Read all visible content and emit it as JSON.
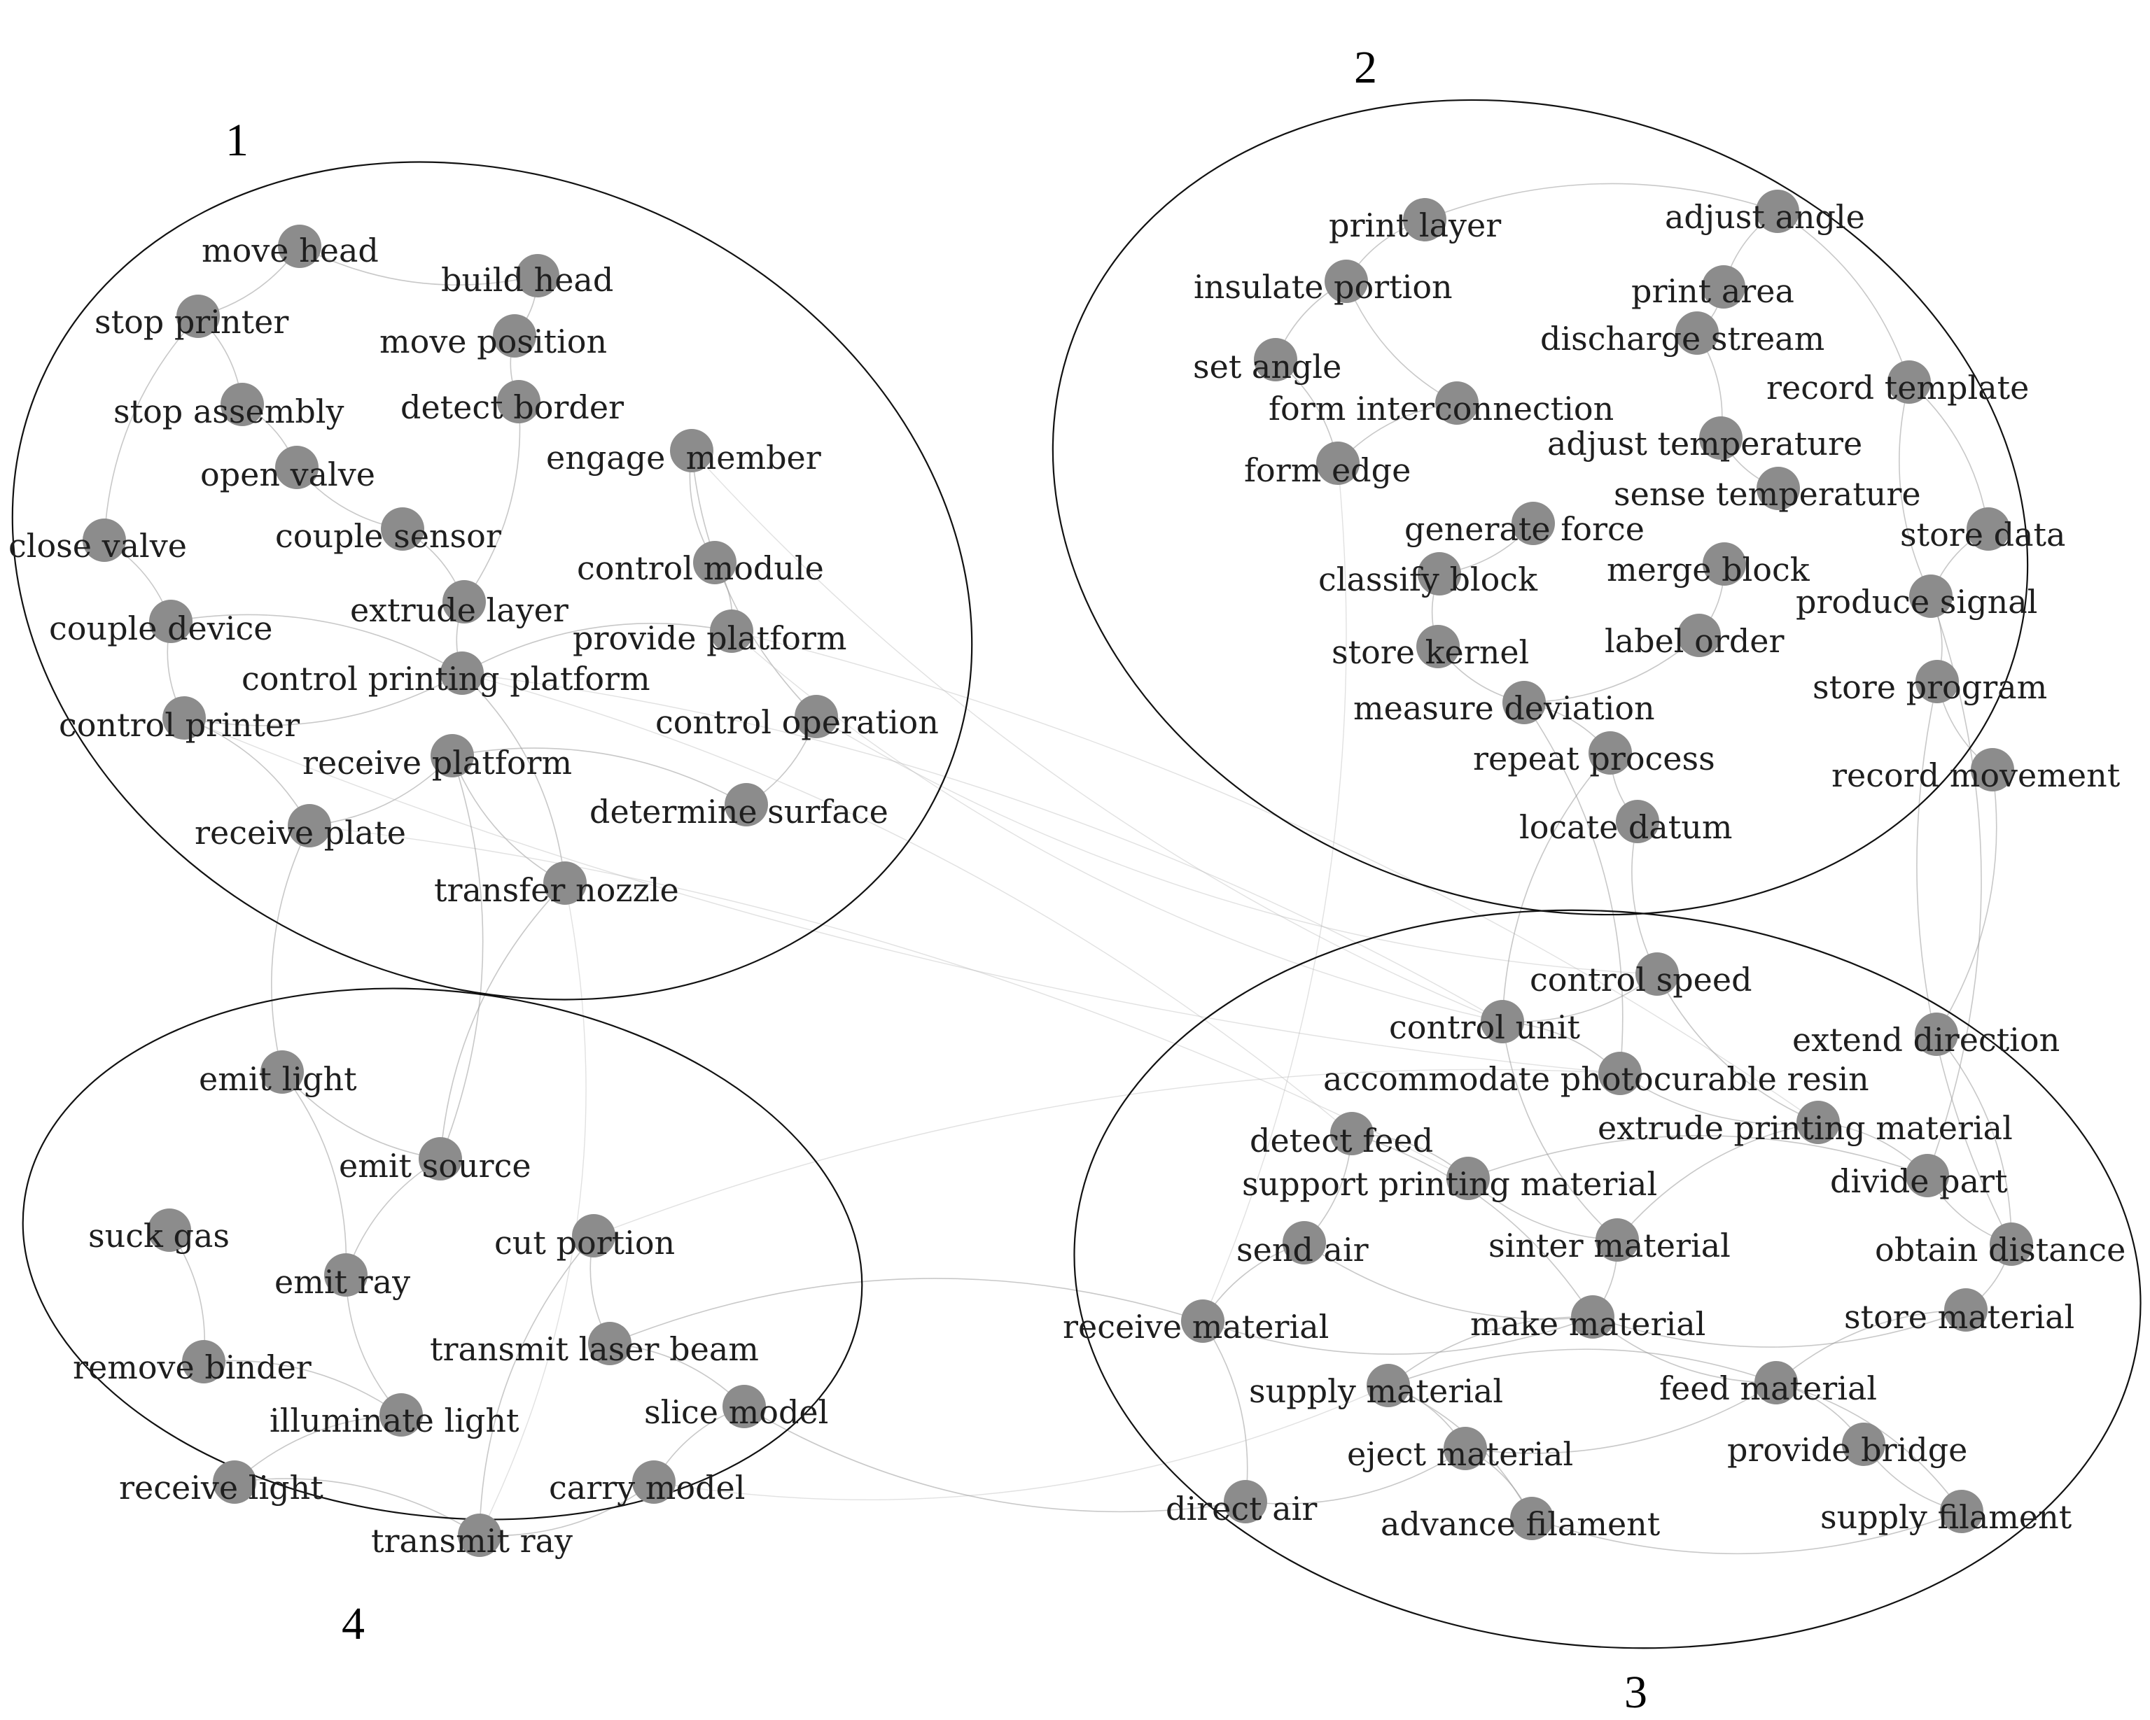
{
  "clusters": [
    {
      "id": "1",
      "label": "1"
    },
    {
      "id": "2",
      "label": "2"
    },
    {
      "id": "3",
      "label": "3"
    },
    {
      "id": "4",
      "label": "4"
    }
  ],
  "nodes": [
    {
      "id": "move-head",
      "label": "move head",
      "cluster": "1"
    },
    {
      "id": "build-head",
      "label": "build head",
      "cluster": "1"
    },
    {
      "id": "stop-printer",
      "label": "stop printer",
      "cluster": "1"
    },
    {
      "id": "move-position",
      "label": "move position",
      "cluster": "1"
    },
    {
      "id": "stop-assembly",
      "label": "stop assembly",
      "cluster": "1"
    },
    {
      "id": "detect-border",
      "label": "detect border",
      "cluster": "1"
    },
    {
      "id": "open-valve",
      "label": "open valve",
      "cluster": "1"
    },
    {
      "id": "engage-member",
      "label": "engage  member",
      "cluster": "1"
    },
    {
      "id": "close-valve",
      "label": "close valve",
      "cluster": "1"
    },
    {
      "id": "couple-sensor",
      "label": "couple sensor",
      "cluster": "1"
    },
    {
      "id": "control-module",
      "label": "control module",
      "cluster": "1"
    },
    {
      "id": "extrude-layer",
      "label": "extrude layer",
      "cluster": "1"
    },
    {
      "id": "couple-device",
      "label": "couple device",
      "cluster": "1"
    },
    {
      "id": "provide-platform",
      "label": "provide platform",
      "cluster": "1"
    },
    {
      "id": "control-printing-platform",
      "label": "control printing platform",
      "cluster": "1"
    },
    {
      "id": "control-printer",
      "label": "control printer",
      "cluster": "1"
    },
    {
      "id": "control-operation",
      "label": "control operation",
      "cluster": "1"
    },
    {
      "id": "receive-platform",
      "label": "receive platform",
      "cluster": "1"
    },
    {
      "id": "determine-surface",
      "label": "determine surface",
      "cluster": "1"
    },
    {
      "id": "receive-plate",
      "label": "receive plate",
      "cluster": "1"
    },
    {
      "id": "transfer-nozzle",
      "label": "transfer nozzle",
      "cluster": "1"
    },
    {
      "id": "print-layer",
      "label": "print layer",
      "cluster": "2"
    },
    {
      "id": "adjust-angle",
      "label": "adjust angle",
      "cluster": "2"
    },
    {
      "id": "insulate-portion",
      "label": "insulate portion",
      "cluster": "2"
    },
    {
      "id": "print-area",
      "label": "print area",
      "cluster": "2"
    },
    {
      "id": "discharge-stream",
      "label": "discharge stream",
      "cluster": "2"
    },
    {
      "id": "set-angle",
      "label": "set angle",
      "cluster": "2"
    },
    {
      "id": "record-template",
      "label": "record template",
      "cluster": "2"
    },
    {
      "id": "form-interconnection",
      "label": "form interconnection",
      "cluster": "2"
    },
    {
      "id": "adjust-temperature",
      "label": "adjust temperature",
      "cluster": "2"
    },
    {
      "id": "form-edge",
      "label": "form edge",
      "cluster": "2"
    },
    {
      "id": "sense-temperature",
      "label": "sense temperature",
      "cluster": "2"
    },
    {
      "id": "generate-force",
      "label": "generate force",
      "cluster": "2"
    },
    {
      "id": "store-data",
      "label": "store data",
      "cluster": "2"
    },
    {
      "id": "classify-block",
      "label": "classify block",
      "cluster": "2"
    },
    {
      "id": "merge-block",
      "label": "merge block",
      "cluster": "2"
    },
    {
      "id": "produce-signal",
      "label": "produce signal",
      "cluster": "2"
    },
    {
      "id": "store-kernel",
      "label": "store kernel",
      "cluster": "2"
    },
    {
      "id": "label-order",
      "label": "label order",
      "cluster": "2"
    },
    {
      "id": "store-program",
      "label": "store program",
      "cluster": "2"
    },
    {
      "id": "measure-deviation",
      "label": "measure deviation",
      "cluster": "2"
    },
    {
      "id": "repeat-process",
      "label": "repeat process",
      "cluster": "2"
    },
    {
      "id": "record-movement",
      "label": "record movement",
      "cluster": "2"
    },
    {
      "id": "locate-datum",
      "label": "locate datum",
      "cluster": "2"
    },
    {
      "id": "control-speed",
      "label": "control speed",
      "cluster": "3"
    },
    {
      "id": "control-unit",
      "label": "control unit",
      "cluster": "3"
    },
    {
      "id": "extend-direction",
      "label": "extend direction",
      "cluster": "3"
    },
    {
      "id": "accommodate-photocurable-resin",
      "label": "accommodate photocurable resin",
      "cluster": "3"
    },
    {
      "id": "detect-feed",
      "label": "detect feed",
      "cluster": "3"
    },
    {
      "id": "extrude-printing-material",
      "label": "extrude printing material",
      "cluster": "3"
    },
    {
      "id": "support-printing-material",
      "label": "support printing material",
      "cluster": "3"
    },
    {
      "id": "divide-part",
      "label": "divide part",
      "cluster": "3"
    },
    {
      "id": "send-air",
      "label": "send air",
      "cluster": "3"
    },
    {
      "id": "sinter-material",
      "label": "sinter material",
      "cluster": "3"
    },
    {
      "id": "obtain-distance",
      "label": "obtain distance",
      "cluster": "3"
    },
    {
      "id": "receive-material",
      "label": "receive material",
      "cluster": "3"
    },
    {
      "id": "make-material",
      "label": "make material",
      "cluster": "3"
    },
    {
      "id": "store-material",
      "label": "store material",
      "cluster": "3"
    },
    {
      "id": "supply-material",
      "label": "supply material",
      "cluster": "3"
    },
    {
      "id": "feed-material",
      "label": "feed material",
      "cluster": "3"
    },
    {
      "id": "eject-material",
      "label": "eject material",
      "cluster": "3"
    },
    {
      "id": "provide-bridge",
      "label": "provide bridge",
      "cluster": "3"
    },
    {
      "id": "direct-air",
      "label": "direct air",
      "cluster": "3"
    },
    {
      "id": "advance-filament",
      "label": "advance filament",
      "cluster": "3"
    },
    {
      "id": "supply-filament",
      "label": "supply filament",
      "cluster": "3"
    },
    {
      "id": "emit-light",
      "label": "emit light",
      "cluster": "4"
    },
    {
      "id": "emit-source",
      "label": "emit source",
      "cluster": "4"
    },
    {
      "id": "suck-gas",
      "label": "suck gas",
      "cluster": "4"
    },
    {
      "id": "cut-portion",
      "label": "cut portion",
      "cluster": "4"
    },
    {
      "id": "emit-ray",
      "label": "emit ray",
      "cluster": "4"
    },
    {
      "id": "transmit-laser-beam",
      "label": "transmit laser beam",
      "cluster": "4"
    },
    {
      "id": "remove-binder",
      "label": "remove binder",
      "cluster": "4"
    },
    {
      "id": "slice-model",
      "label": "slice model",
      "cluster": "4"
    },
    {
      "id": "illuminate-light",
      "label": "illuminate light",
      "cluster": "4"
    },
    {
      "id": "receive-light",
      "label": "receive light",
      "cluster": "4"
    },
    {
      "id": "carry-model",
      "label": "carry model",
      "cluster": "4"
    },
    {
      "id": "transmit-ray",
      "label": "transmit ray",
      "cluster": "4"
    }
  ],
  "edges": [
    [
      "move-head",
      "stop-printer"
    ],
    [
      "move-head",
      "build-head"
    ],
    [
      "build-head",
      "move-position"
    ],
    [
      "move-position",
      "detect-border"
    ],
    [
      "stop-printer",
      "stop-assembly"
    ],
    [
      "stop-printer",
      "close-valve"
    ],
    [
      "stop-assembly",
      "open-valve"
    ],
    [
      "open-valve",
      "couple-sensor"
    ],
    [
      "couple-sensor",
      "extrude-layer"
    ],
    [
      "extrude-layer",
      "control-printing-platform"
    ],
    [
      "control-printing-platform",
      "provide-platform"
    ],
    [
      "provide-platform",
      "control-module"
    ],
    [
      "control-module",
      "engage-member"
    ],
    [
      "engage-member",
      "control-operation"
    ],
    [
      "control-operation",
      "determine-surface"
    ],
    [
      "determine-surface",
      "receive-platform"
    ],
    [
      "receive-platform",
      "receive-plate"
    ],
    [
      "receive-plate",
      "control-printer"
    ],
    [
      "control-printer",
      "couple-device"
    ],
    [
      "couple-device",
      "close-valve"
    ],
    [
      "couple-device",
      "control-printing-platform"
    ],
    [
      "control-printer",
      "control-printing-platform"
    ],
    [
      "transfer-nozzle",
      "receive-platform"
    ],
    [
      "transfer-nozzle",
      "control-printing-platform"
    ],
    [
      "detect-border",
      "extrude-layer"
    ],
    [
      "provide-platform",
      "control-unit"
    ],
    [
      "control-printing-platform",
      "control-unit"
    ],
    [
      "control-printer",
      "accommodate-photocurable-resin"
    ],
    [
      "receive-plate",
      "support-printing-material"
    ],
    [
      "control-operation",
      "control-speed"
    ],
    [
      "provide-platform",
      "extrude-printing-material"
    ],
    [
      "engage-member",
      "control-unit"
    ],
    [
      "control-printing-platform",
      "detect-feed"
    ],
    [
      "print-layer",
      "insulate-portion"
    ],
    [
      "print-layer",
      "adjust-angle"
    ],
    [
      "adjust-angle",
      "print-area"
    ],
    [
      "print-area",
      "discharge-stream"
    ],
    [
      "insulate-portion",
      "set-angle"
    ],
    [
      "set-angle",
      "form-edge"
    ],
    [
      "form-interconnection",
      "form-edge"
    ],
    [
      "discharge-stream",
      "adjust-temperature"
    ],
    [
      "adjust-temperature",
      "sense-temperature"
    ],
    [
      "record-template",
      "store-data"
    ],
    [
      "store-data",
      "produce-signal"
    ],
    [
      "produce-signal",
      "store-program"
    ],
    [
      "store-program",
      "record-movement"
    ],
    [
      "generate-force",
      "classify-block"
    ],
    [
      "classify-block",
      "store-kernel"
    ],
    [
      "merge-block",
      "label-order"
    ],
    [
      "store-kernel",
      "measure-deviation"
    ],
    [
      "measure-deviation",
      "repeat-process"
    ],
    [
      "repeat-process",
      "locate-datum"
    ],
    [
      "label-order",
      "measure-deviation"
    ],
    [
      "record-template",
      "produce-signal"
    ],
    [
      "adjust-angle",
      "record-template"
    ],
    [
      "insulate-portion",
      "form-interconnection"
    ],
    [
      "form-edge",
      "receive-material"
    ],
    [
      "locate-datum",
      "control-speed"
    ],
    [
      "record-movement",
      "extend-direction"
    ],
    [
      "store-program",
      "obtain-distance"
    ],
    [
      "produce-signal",
      "divide-part"
    ],
    [
      "repeat-process",
      "control-unit"
    ],
    [
      "measure-deviation",
      "accommodate-photocurable-resin"
    ],
    [
      "control-unit",
      "control-speed"
    ],
    [
      "control-unit",
      "accommodate-photocurable-resin"
    ],
    [
      "accommodate-photocurable-resin",
      "extrude-printing-material"
    ],
    [
      "extrude-printing-material",
      "divide-part"
    ],
    [
      "divide-part",
      "obtain-distance"
    ],
    [
      "obtain-distance",
      "store-material"
    ],
    [
      "store-material",
      "feed-material"
    ],
    [
      "feed-material",
      "provide-bridge"
    ],
    [
      "provide-bridge",
      "supply-filament"
    ],
    [
      "supply-filament",
      "advance-filament"
    ],
    [
      "advance-filament",
      "eject-material"
    ],
    [
      "eject-material",
      "direct-air"
    ],
    [
      "direct-air",
      "receive-material"
    ],
    [
      "receive-material",
      "send-air"
    ],
    [
      "send-air",
      "detect-feed"
    ],
    [
      "detect-feed",
      "support-printing-material"
    ],
    [
      "support-printing-material",
      "sinter-material"
    ],
    [
      "sinter-material",
      "make-material"
    ],
    [
      "make-material",
      "supply-material"
    ],
    [
      "supply-material",
      "eject-material"
    ],
    [
      "make-material",
      "feed-material"
    ],
    [
      "sinter-material",
      "extrude-printing-material"
    ],
    [
      "receive-material",
      "make-material"
    ],
    [
      "supply-material",
      "feed-material"
    ],
    [
      "make-material",
      "store-material"
    ],
    [
      "extend-direction",
      "obtain-distance"
    ],
    [
      "control-speed",
      "extrude-printing-material"
    ],
    [
      "support-printing-material",
      "divide-part"
    ],
    [
      "send-air",
      "make-material"
    ],
    [
      "supply-material",
      "advance-filament"
    ],
    [
      "eject-material",
      "feed-material"
    ],
    [
      "feed-material",
      "supply-filament"
    ],
    [
      "control-unit",
      "sinter-material"
    ],
    [
      "detect-feed",
      "make-material"
    ],
    [
      "emit-light",
      "emit-source"
    ],
    [
      "emit-light",
      "emit-ray"
    ],
    [
      "emit-source",
      "emit-ray"
    ],
    [
      "suck-gas",
      "remove-binder"
    ],
    [
      "emit-ray",
      "illuminate-light"
    ],
    [
      "remove-binder",
      "illuminate-light"
    ],
    [
      "illuminate-light",
      "receive-light"
    ],
    [
      "receive-light",
      "transmit-ray"
    ],
    [
      "transmit-ray",
      "carry-model"
    ],
    [
      "carry-model",
      "slice-model"
    ],
    [
      "slice-model",
      "transmit-laser-beam"
    ],
    [
      "transmit-laser-beam",
      "cut-portion"
    ],
    [
      "cut-portion",
      "transmit-ray"
    ],
    [
      "emit-source",
      "transfer-nozzle"
    ],
    [
      "emit-source",
      "receive-platform"
    ],
    [
      "transmit-laser-beam",
      "receive-material"
    ],
    [
      "carry-model",
      "supply-material"
    ],
    [
      "emit-light",
      "receive-plate"
    ],
    [
      "slice-model",
      "direct-air"
    ],
    [
      "cut-portion",
      "accommodate-photocurable-resin"
    ],
    [
      "transmit-ray",
      "transfer-nozzle"
    ]
  ]
}
